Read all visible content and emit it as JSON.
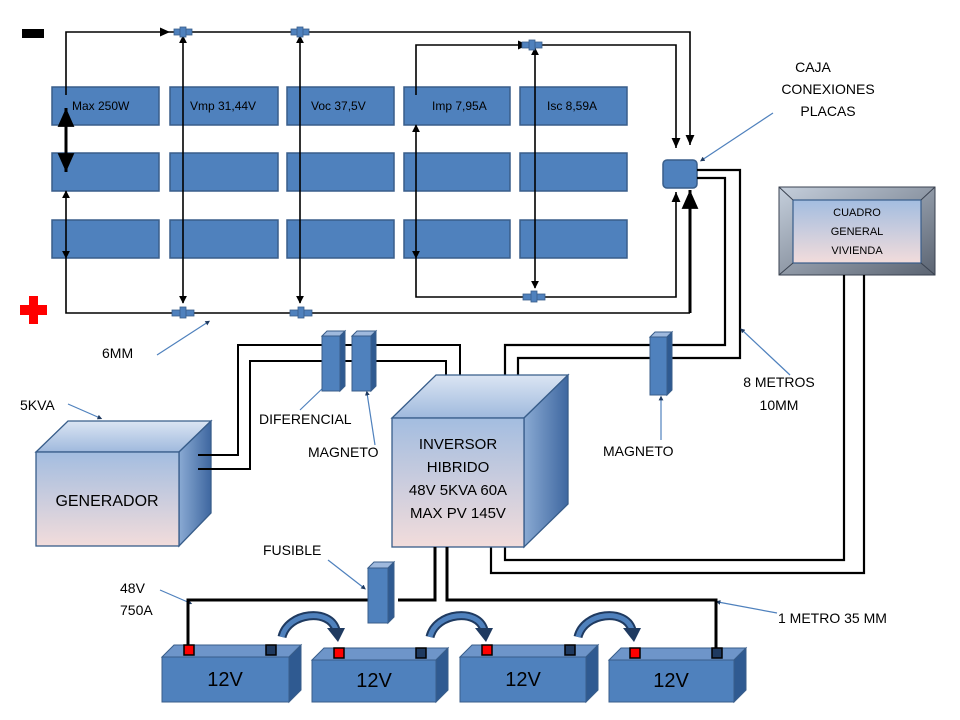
{
  "panel_labels": {
    "max": "Max 250W",
    "vmp": "Vmp 31,44V",
    "voc": "Voc 37,5V",
    "imp": "Imp 7,95A",
    "isc": "Isc 8,59A"
  },
  "callouts": {
    "caja_line1": "CAJA",
    "caja_line2": "CONEXIONES",
    "caja_line3": "PLACAS",
    "cable_6mm": "6MM",
    "generator_power": "5KVA",
    "diferencial": "DIFERENCIAL",
    "magneto_left": "MAGNETO",
    "magneto_right": "MAGNETO",
    "cable_8m_line1": "8 METROS",
    "cable_8m_line2": "10MM",
    "fusible": "FUSIBLE",
    "battery_spec_line1": "48V",
    "battery_spec_line2": "750A",
    "cable_1m": "1 METRO 35 MM"
  },
  "cuadro": {
    "line1": "CUADRO",
    "line2": "GENERAL",
    "line3": "VIVIENDA"
  },
  "generador": {
    "label": "GENERADOR"
  },
  "inversor": {
    "line1": "INVERSOR",
    "line2": "HIBRIDO",
    "line3": "48V 5KVA 60A",
    "line4": "MAX PV 145V"
  },
  "batteries": [
    "12V",
    "12V",
    "12V",
    "12V"
  ],
  "colors": {
    "panel_fill": "#4f81bd",
    "panel_stroke": "#385d8a",
    "minus_sign": "#000000",
    "plus_sign": "#ff0000",
    "callout_line": "#4f81bd",
    "box_gradient_top": "#a3bde0",
    "box_gradient_bottom": "#f2dcdb"
  }
}
